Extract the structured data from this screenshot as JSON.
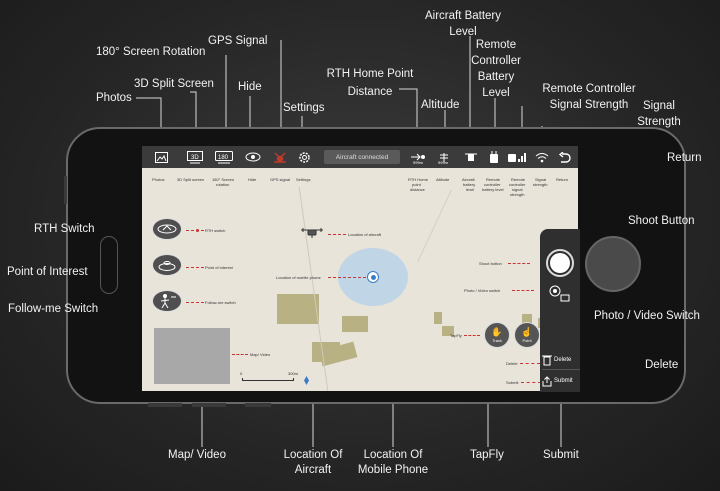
{
  "callouts": {
    "photos": "Photos",
    "split_3d": "3D Split Screen",
    "rotation": "180° Screen Rotation",
    "gps": "GPS Signal",
    "hide": "Hide",
    "settings": "Settings",
    "rth_distance_1": "RTH Home Point",
    "rth_distance_2": "Distance",
    "altitude": "Altitude",
    "aircraft_battery_1": "Aircraft Battery",
    "aircraft_battery_2": "Level",
    "rc_battery_1": "Remote",
    "rc_battery_2": "Controller",
    "rc_battery_3": "Battery",
    "rc_battery_4": "Level",
    "rc_signal_1": "Remote Controller",
    "rc_signal_2": "Signal Strength",
    "signal_1": "Signal",
    "signal_2": "Strength",
    "return": "Return",
    "shoot_button": "Shoot Button",
    "photo_video_switch": "Photo / Video Switch",
    "delete": "Delete",
    "rth_switch": "RTH Switch",
    "point_of_interest": "Point of Interest",
    "follow_me": "Follow-me Switch",
    "map_video": "Map/ Video",
    "loc_aircraft_1": "Location Of",
    "loc_aircraft_2": "Aircraft",
    "loc_phone_1": "Location Of",
    "loc_phone_2": "Mobile Phone",
    "tapfly": "TapFly",
    "submit": "Submit"
  },
  "screen": {
    "status_pill": "Aircraft connected",
    "distance_value": "999m",
    "altitude_value": "999m",
    "tiny_labels": {
      "photos": "Photos",
      "split": "3D Split screen",
      "rotation_1": "180° Screen",
      "rotation_2": "rotation",
      "hide": "Hide",
      "gps": "GPS signal",
      "settings": "Settings",
      "rth_1": "RTH Home",
      "rth_2": "point",
      "rth_3": "distance",
      "altitude": "Altitude",
      "ab_1": "Aircraft",
      "ab_2": "battery",
      "ab_3": "level",
      "rb_1": "Remote",
      "rb_2": "controller",
      "rb_3": "battery level",
      "rs_1": "Remote",
      "rs_2": "controller",
      "rs_3": "signal",
      "rs_4": "strength",
      "sig_1": "Signal",
      "sig_2": "strength",
      "ret": "Return",
      "rth_switch": "RTH switch",
      "poi": "Point of interest",
      "follow": "Follow-me switch",
      "loc_aircraft": "Location of aircraft",
      "loc_phone": "Location of mobile phone",
      "shoot": "Shoot button",
      "photo_video": "Photo / Video switch",
      "tapfly": "TapFly",
      "delete": "Delete",
      "submit": "Submit",
      "map_video": "Map/ Video",
      "scale_0": "0",
      "scale_300": "300m"
    },
    "track_btn": "Track",
    "point_btn": "Point",
    "delete_btn": "Delete",
    "submit_btn": "Submit"
  },
  "icons": [
    "image-icon",
    "3d-view-icon",
    "rotation-icon",
    "eye-icon",
    "gps-icon",
    "gear-icon",
    "distance-icon",
    "altitude-icon",
    "drone-battery-icon",
    "controller-battery-icon",
    "controller-signal-icon",
    "wifi-signal-icon",
    "return-icon",
    "home-icon",
    "poi-icon",
    "follow-me-icon",
    "drone-icon",
    "phone-location-icon",
    "camera-switch-icon",
    "trash-icon",
    "upload-icon",
    "compass-icon"
  ],
  "colors": {
    "background": "#2a2a2a",
    "topbar": "#3b3b3b",
    "map": "#e8e4da",
    "buildings": "#b7b184",
    "gps_icon": "#c0392b",
    "phone_circle": "#b9d3e8"
  }
}
